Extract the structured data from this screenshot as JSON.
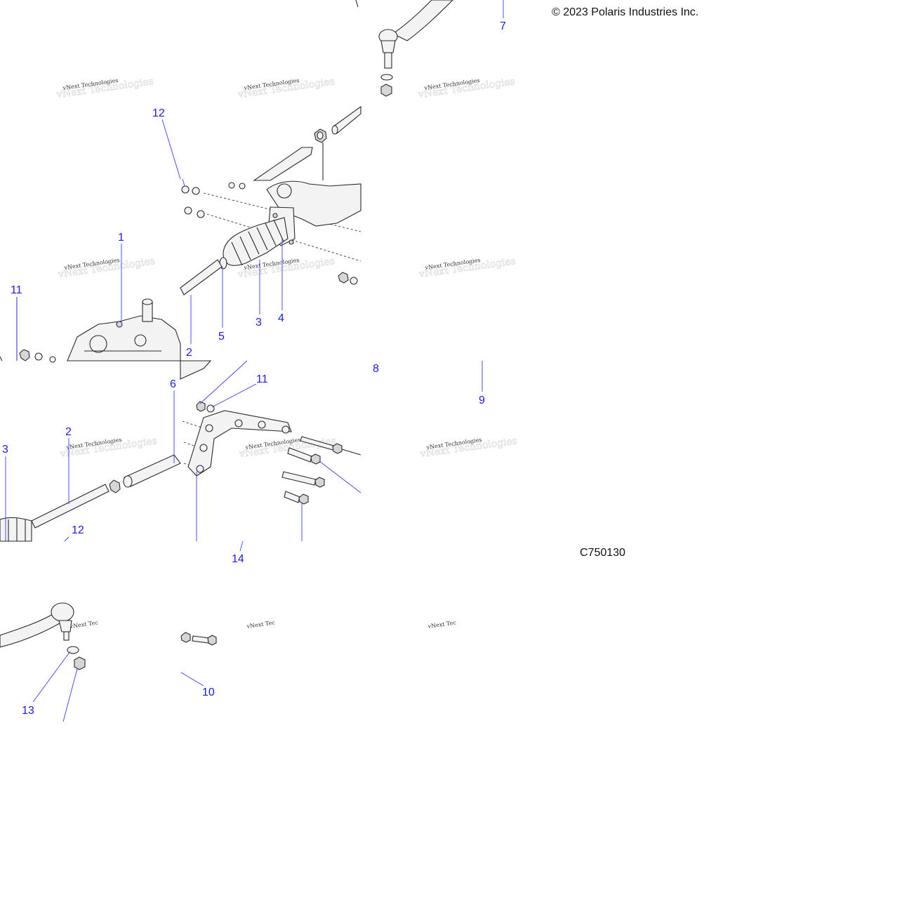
{
  "header": {
    "copyright": "© 2023 Polaris Industries Inc."
  },
  "footer": {
    "drawing_code": "C750130"
  },
  "watermark": {
    "text": "vNext Technologies",
    "partial_text": "vNext Tec"
  },
  "callouts": {
    "c1": "1",
    "c2a": "2",
    "c2b": "2",
    "c3a": "3",
    "c3b": "3",
    "c4": "4",
    "c5": "5",
    "c6": "6",
    "c7": "7",
    "c8": "8",
    "c9": "9",
    "c10": "10",
    "c11a": "11",
    "c11b": "11",
    "c12a": "12",
    "c12b": "12",
    "c13": "13",
    "c14": "14"
  },
  "colors": {
    "callout": "#1a1aff",
    "line": "#2a2a2a",
    "background": "#ffffff"
  }
}
